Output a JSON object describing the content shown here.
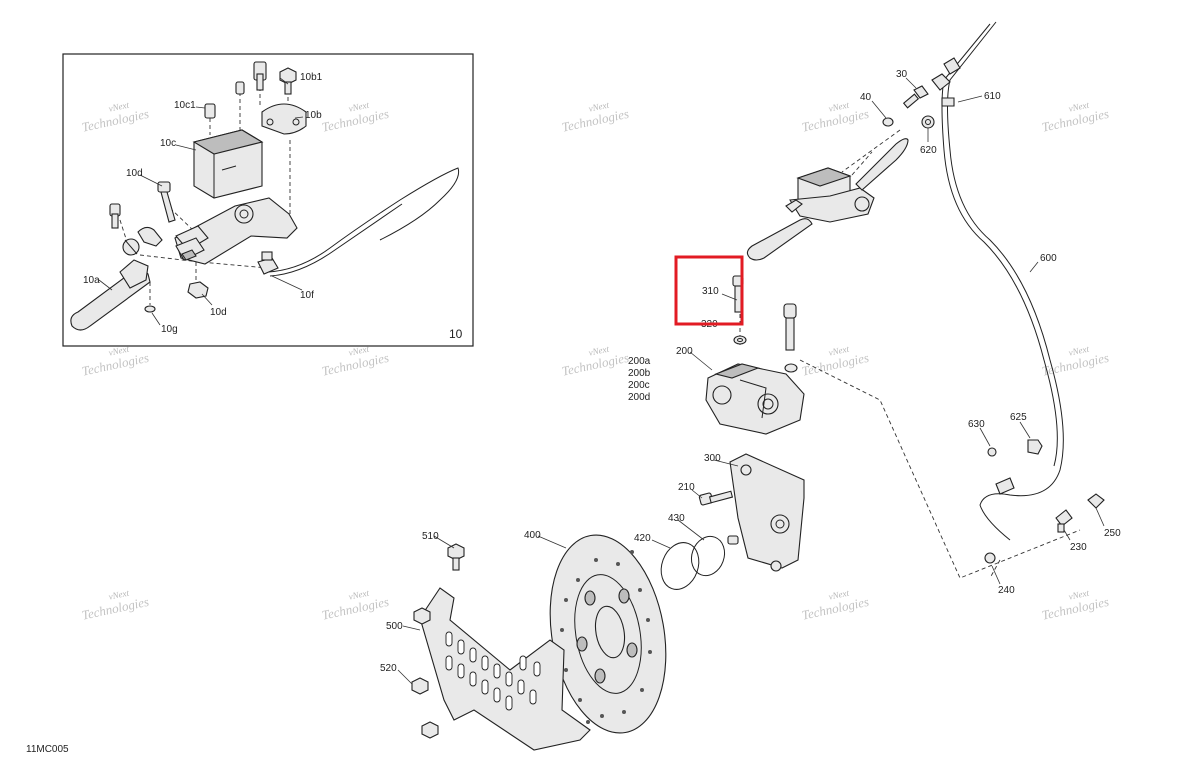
{
  "diagram_code": "11MC005",
  "inset": {
    "number": "10",
    "labels": {
      "c10c1": "10c1",
      "c10b1": "10b1",
      "c10b": "10b",
      "c10c": "10c",
      "c10d_top": "10d",
      "c10a": "10a",
      "c10g": "10g",
      "c10d_bot": "10d",
      "c10f": "10f"
    }
  },
  "labels": {
    "p30": "30",
    "p40": "40",
    "p610": "610",
    "p620": "620",
    "p600": "600",
    "p310": "310",
    "p320": "320",
    "p200": "200",
    "p200a": "200a",
    "p200b": "200b",
    "p200c": "200c",
    "p200d": "200d",
    "p630": "630",
    "p625": "625",
    "p300": "300",
    "p210": "210",
    "p430": "430",
    "p420": "420",
    "p400": "400",
    "p510": "510",
    "p500": "500",
    "p520": "520",
    "p230": "230",
    "p250": "250",
    "p240": "240"
  },
  "watermark": {
    "line1": "vNext",
    "line2": "Technologies"
  },
  "highlight_color": "#e21b23"
}
